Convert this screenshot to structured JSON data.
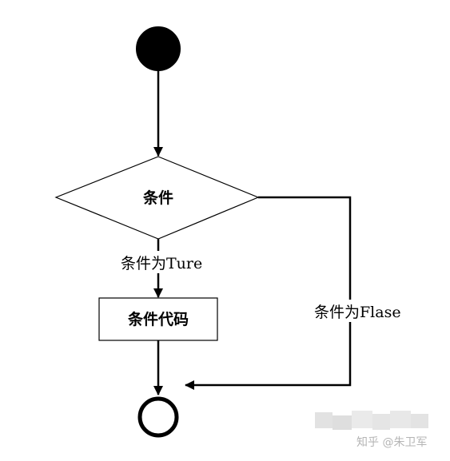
{
  "diagram": {
    "nodes": {
      "start": {
        "type": "start",
        "fill": "#000000"
      },
      "condition": {
        "type": "decision",
        "label": "条件"
      },
      "code": {
        "type": "process",
        "label": "条件代码"
      },
      "end": {
        "type": "end",
        "fill": "#ffffff"
      }
    },
    "edges": {
      "true_label": "条件为Ture",
      "false_label": "条件为Flase"
    }
  },
  "watermark": {
    "text": "知乎 @朱卫军"
  },
  "colors": {
    "stroke": "#000000",
    "background": "#ffffff",
    "watermark_blur": "#d0d0d0"
  }
}
